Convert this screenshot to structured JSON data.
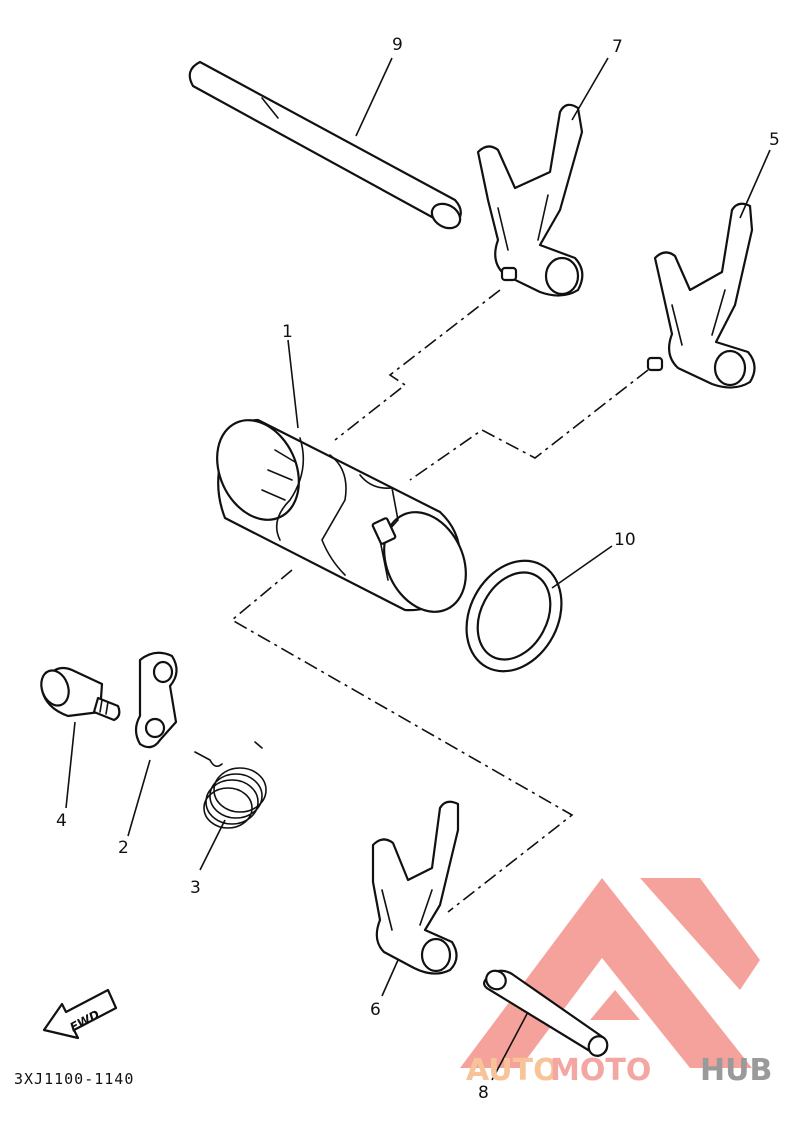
{
  "diagram": {
    "callouts": {
      "p1": "1",
      "p2": "2",
      "p3": "3",
      "p4": "4",
      "p5": "5",
      "p6": "6",
      "p7": "7",
      "p8": "8",
      "p9": "9",
      "p10": "10"
    },
    "fwd_label": "FWD",
    "drawing_code": "3XJ1100-1140"
  },
  "watermark": {
    "part1": "AUTO",
    "part2": "MOTO",
    "part3": "HUB",
    "colors": {
      "triangle": "#f28b84",
      "auto": "#f7c49a",
      "moto": "#f4a7a2",
      "hub": "#9a9a9a"
    }
  }
}
